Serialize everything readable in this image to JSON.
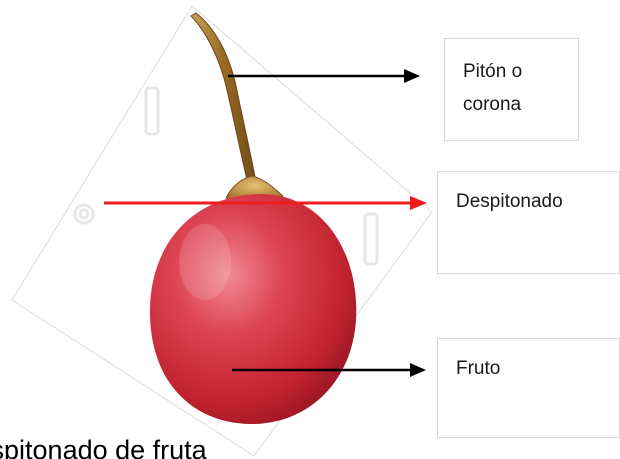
{
  "labels": {
    "piton": "Pitón o\ncorona",
    "despitonado": "Despitonado",
    "fruto": "Fruto"
  },
  "caption": "Despitonado de fruta",
  "colors": {
    "arrow_black": "#000000",
    "arrow_red": "#ee1c1c",
    "fruit_red": "#c8283a",
    "stem_brown": "#a5722a"
  }
}
